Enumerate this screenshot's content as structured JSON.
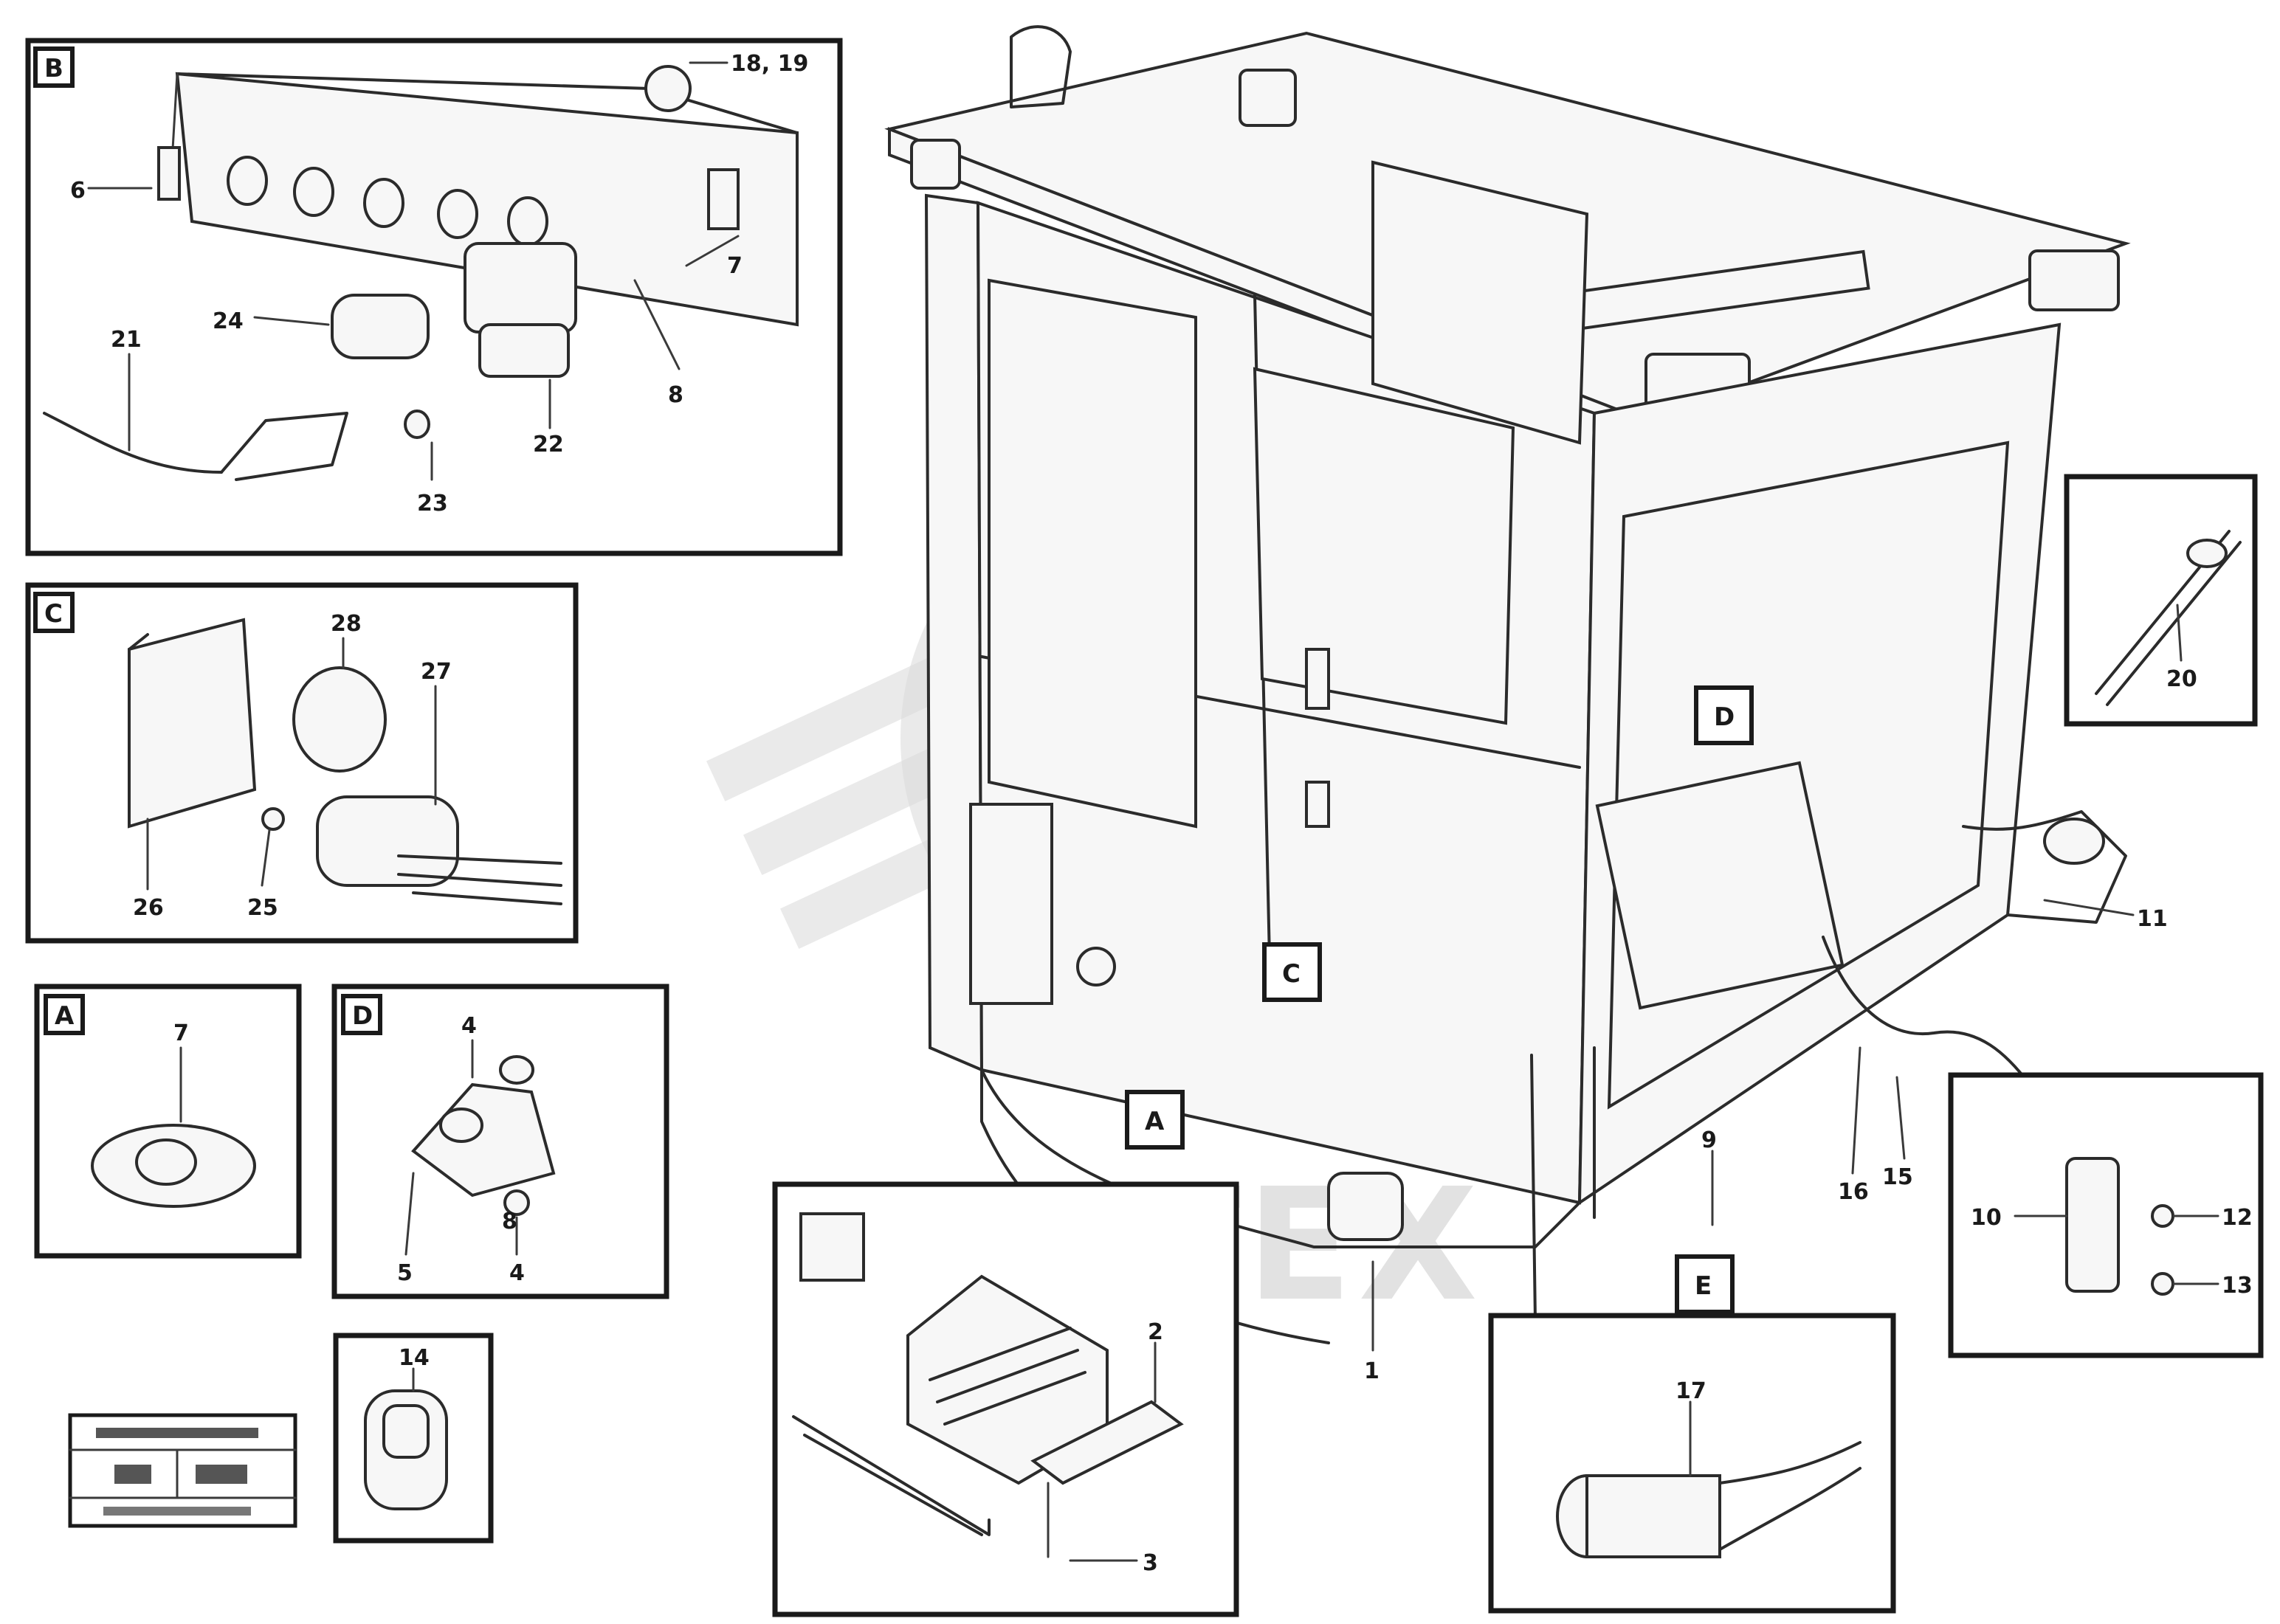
{
  "watermark": {
    "text": "ИНТЕХ"
  },
  "detail_tags": {
    "top_left": "B",
    "C": "C",
    "A": "A",
    "E": "E",
    "body_D": "D",
    "body_C": "C",
    "body_A": "A",
    "body_E": "E"
  },
  "labels": {
    "l_18_19": "18, 19",
    "l_6": "6",
    "l_7a": "7",
    "l_24": "24",
    "l_21": "21",
    "l_8": "8",
    "l_22": "22",
    "l_23": "23",
    "l_28": "28",
    "l_27": "27",
    "l_26": "26",
    "l_25": "25",
    "l_7b": "7",
    "l_4": "4",
    "l_5": "5",
    "l_4b": "4",
    "l_8b": "8",
    "l_14": "14",
    "l_20": "20",
    "l_11": "11",
    "l_16": "16",
    "l_15": "15",
    "l_10": "10",
    "l_12": "12",
    "l_13": "13",
    "l_1": "1",
    "l_2": "2",
    "l_3": "3",
    "l_9": "9",
    "l_17": "17"
  }
}
